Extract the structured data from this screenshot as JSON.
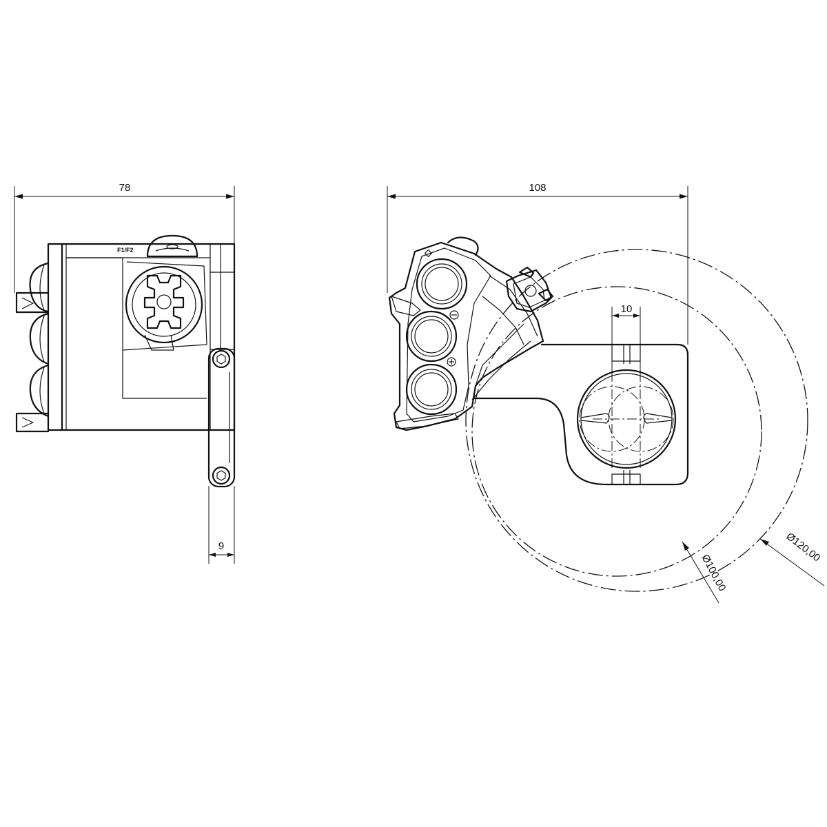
{
  "drawing": {
    "side_view": {
      "width_dim": "78",
      "offset_dim": "9",
      "engraving": "F1/F2"
    },
    "front_view": {
      "width_dim": "108",
      "slot_dim": "10",
      "inner_circle_dim": "Ø100,00",
      "outer_circle_dim": "Ø120,00"
    }
  }
}
